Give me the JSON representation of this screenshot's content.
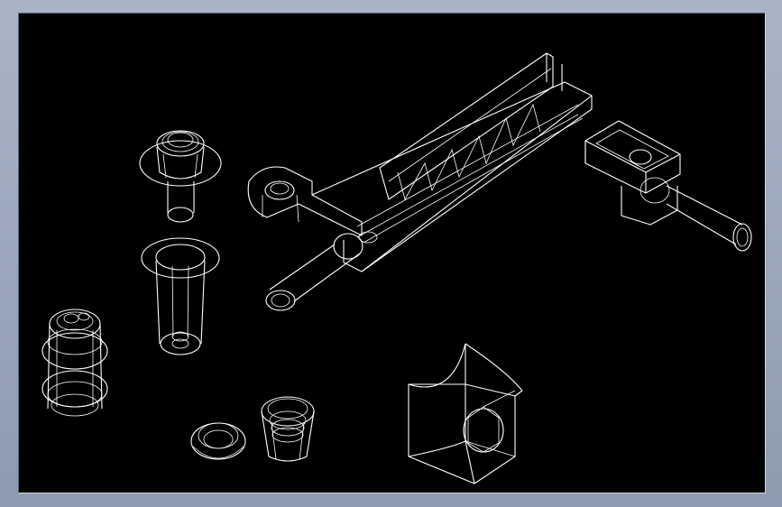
{
  "window": {
    "background": "#000000",
    "frame_color": "#a9b4c6",
    "line_color": "#ffffff"
  },
  "parts": [
    {
      "name": "grommet-top-part"
    },
    {
      "name": "tube-with-flange-part"
    },
    {
      "name": "bellows-fitting-part"
    },
    {
      "name": "small-ring-part"
    },
    {
      "name": "threaded-cap-part"
    },
    {
      "name": "long-slotted-arm-part"
    },
    {
      "name": "corner-block-with-pin-part"
    },
    {
      "name": "cut-block-part"
    }
  ]
}
